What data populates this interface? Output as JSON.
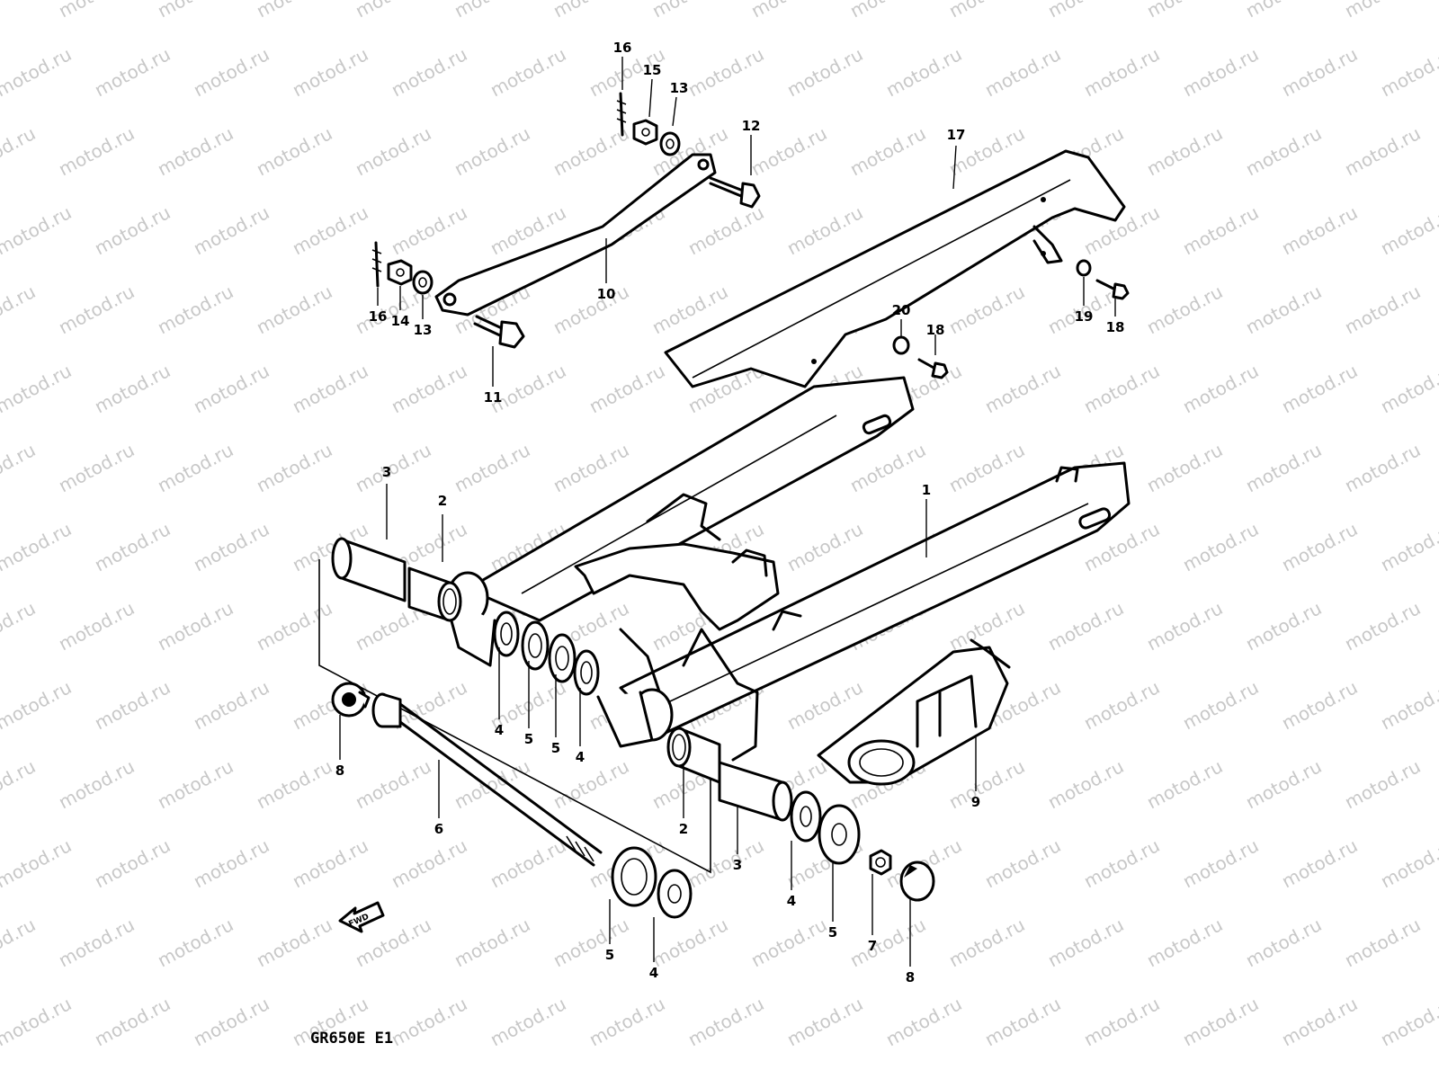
{
  "watermark": {
    "text": "motod.ru"
  },
  "model_code": "GR650E E1",
  "direction_marker": {
    "text": "FWD"
  },
  "callouts": [
    {
      "num": "1"
    },
    {
      "num": "2"
    },
    {
      "num": "2"
    },
    {
      "num": "3"
    },
    {
      "num": "3"
    },
    {
      "num": "4"
    },
    {
      "num": "4"
    },
    {
      "num": "4"
    },
    {
      "num": "4"
    },
    {
      "num": "5"
    },
    {
      "num": "5"
    },
    {
      "num": "5"
    },
    {
      "num": "5"
    },
    {
      "num": "6"
    },
    {
      "num": "7"
    },
    {
      "num": "8"
    },
    {
      "num": "8"
    },
    {
      "num": "9"
    },
    {
      "num": "10"
    },
    {
      "num": "11"
    },
    {
      "num": "12"
    },
    {
      "num": "13"
    },
    {
      "num": "13"
    },
    {
      "num": "14"
    },
    {
      "num": "15"
    },
    {
      "num": "16"
    },
    {
      "num": "16"
    },
    {
      "num": "17"
    },
    {
      "num": "18"
    },
    {
      "num": "18"
    },
    {
      "num": "19"
    },
    {
      "num": "20"
    }
  ]
}
